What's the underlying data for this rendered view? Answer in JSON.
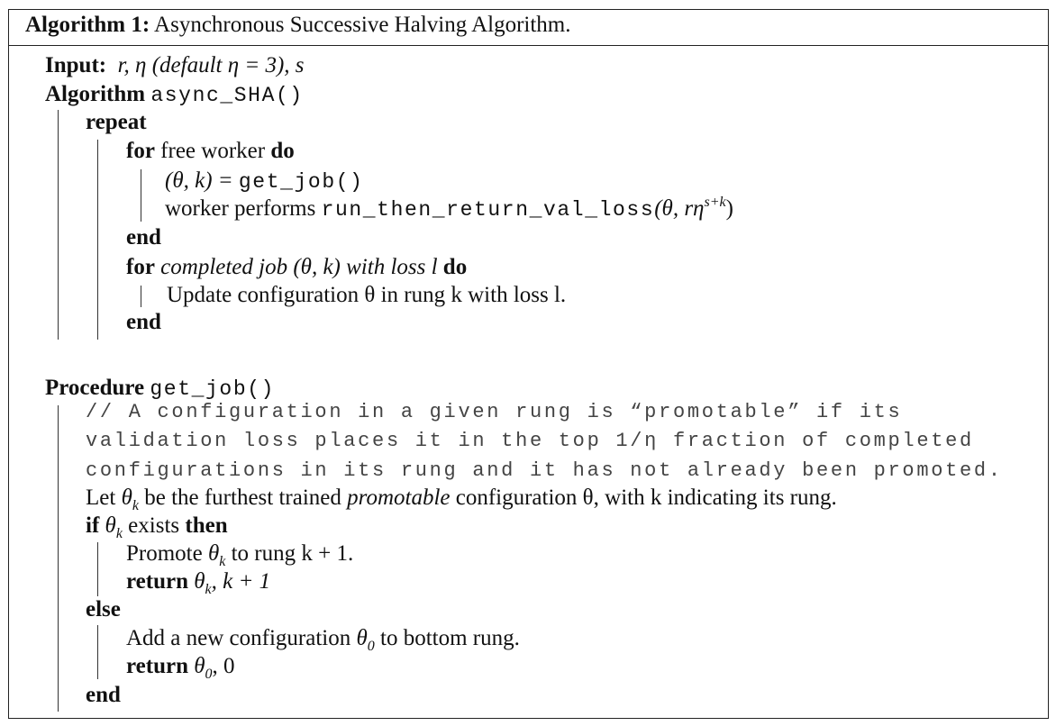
{
  "caption": {
    "label": "Algorithm 1:",
    "title": "Asynchronous Successive Halving Algorithm."
  },
  "input": {
    "keyword": "Input:",
    "params": "r, η (default η = 3), s"
  },
  "main": {
    "keyword": "Algorithm",
    "name": "async_SHA()",
    "repeat_kw": "repeat",
    "loop1": {
      "for_kw": "for",
      "cond": "free worker",
      "do_kw": "do",
      "line1_lhs": "(θ, k) = ",
      "line1_fn": "get_job()",
      "line2_text": "worker performs ",
      "line2_fn": "run_then_return_val_loss",
      "line2_args": "(θ, rη",
      "line2_exp": "s+k",
      "line2_close": ")",
      "end_kw": "end"
    },
    "loop2": {
      "for_kw": "for",
      "cond": "completed job (θ, k) with loss l",
      "do_kw": "do",
      "line1": "Update configuration θ in rung k with loss l.",
      "end_kw": "end"
    }
  },
  "procedure": {
    "keyword": "Procedure",
    "name": "get_job()",
    "comment": [
      "// A configuration in a given rung is “promotable” if its",
      "validation loss places it in the top 1/η fraction of completed",
      "configurations in its rung and it has not already been promoted."
    ],
    "let_pre": "Let ",
    "let_theta": "θ",
    "let_sub": "k",
    "let_mid": " be the furthest trained ",
    "let_italic": "promotable",
    "let_post": " configuration θ, with k indicating its rung.",
    "if_kw": "if",
    "if_theta": "θ",
    "if_sub": "k",
    "if_cond": " exists ",
    "then_kw": "then",
    "promote_pre": "Promote ",
    "promote_theta": "θ",
    "promote_sub": "k",
    "promote_post": " to rung k + 1.",
    "return_kw": "return",
    "ret1_theta": " θ",
    "ret1_sub": "k",
    "ret1_post": ", k + 1",
    "else_kw": "else",
    "add_pre": "Add a new configuration ",
    "add_theta": "θ",
    "add_sub": "0",
    "add_post": " to bottom rung.",
    "ret2_theta": " θ",
    "ret2_sub": "0",
    "ret2_post": ", 0",
    "end_kw": "end"
  }
}
